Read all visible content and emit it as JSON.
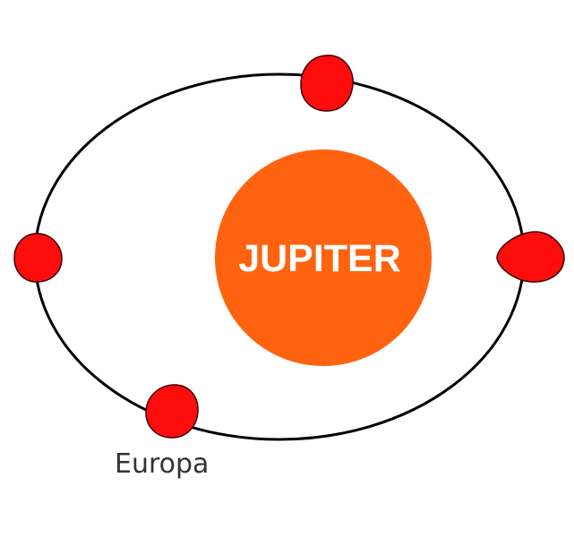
{
  "planet": {
    "label": "JUPITER",
    "color": "#ff6310",
    "text_color": "#ffffff"
  },
  "orbit": {
    "stroke_color": "#000000"
  },
  "moons": [
    {
      "id": "moon-top",
      "label": ""
    },
    {
      "id": "moon-left",
      "label": ""
    },
    {
      "id": "moon-right",
      "label": ""
    },
    {
      "id": "moon-bottom",
      "label": "Europa"
    }
  ],
  "moon_color": "#ff0d0d",
  "moon_outline": "#3a0000"
}
